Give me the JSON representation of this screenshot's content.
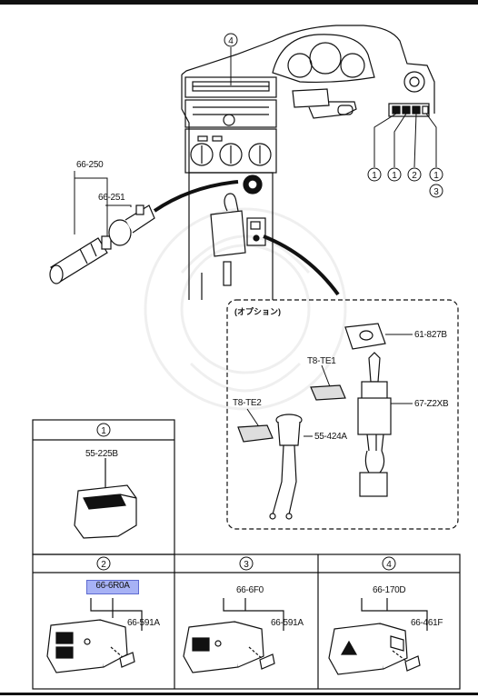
{
  "callouts": {
    "c4_top": "4",
    "c1_a": "1",
    "c1_b": "1",
    "c2": "2",
    "c1_c": "1",
    "c3": "3"
  },
  "parts": {
    "p66_250": "66-250",
    "p66_251": "66-251",
    "option_label": "(オプション)",
    "p61_827B": "61-827B",
    "pT8_TE1": "T8-TE1",
    "p67_Z2XB": "67-Z2XB",
    "pT8_TE2": "T8-TE2",
    "p55_424A": "55-424A"
  },
  "panels": {
    "panel1": {
      "num": "1",
      "part": "55-225B"
    },
    "panel2": {
      "num": "2",
      "part": "66-6R0A",
      "screw": "66-591A"
    },
    "panel3": {
      "num": "3",
      "part": "66-6F0",
      "screw": "66-591A"
    },
    "panel4": {
      "num": "4",
      "part": "66-170D",
      "screw": "66-461F"
    }
  },
  "colors": {
    "highlight": "#a7b2f5",
    "line": "#111111"
  }
}
